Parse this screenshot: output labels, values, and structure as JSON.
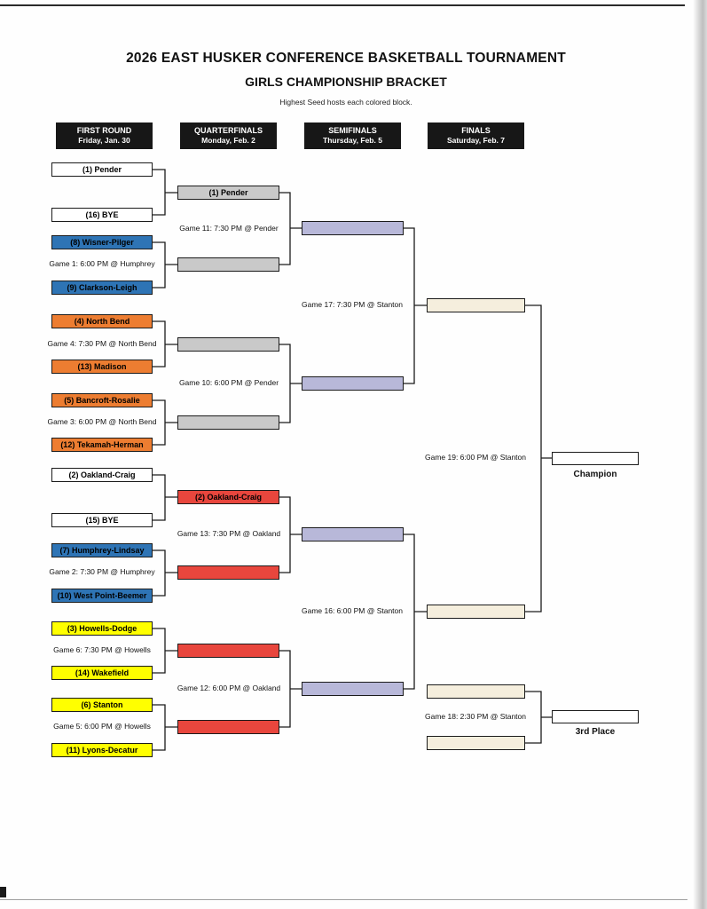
{
  "title": "2026 EAST HUSKER CONFERENCE BASKETBALL TOURNAMENT",
  "subtitle": "GIRLS CHAMPIONSHIP BRACKET",
  "note": "Highest Seed hosts each colored block.",
  "colors": {
    "blue": "#2e74b5",
    "orange": "#ed7d31",
    "yellow": "#ffff00",
    "gray": "#c9c9c9",
    "red": "#e8463d",
    "lavender": "#b8b8d9",
    "cream": "#f5eedd",
    "header_bg": "#171717"
  },
  "rounds": [
    {
      "name": "FIRST ROUND",
      "date": "Friday, Jan. 30"
    },
    {
      "name": "QUARTERFINALS",
      "date": "Monday, Feb. 2"
    },
    {
      "name": "SEMIFINALS",
      "date": "Thursday, Feb. 5"
    },
    {
      "name": "FINALS",
      "date": "Saturday, Feb. 7"
    }
  ],
  "first_round": {
    "teams": [
      {
        "label": "(1) Pender",
        "color": "white"
      },
      {
        "label": "(16) BYE",
        "color": "white"
      },
      {
        "label": "(8) Wisner-Pilger",
        "color": "blue"
      },
      {
        "label": "(9) Clarkson-Leigh",
        "color": "blue"
      },
      {
        "label": "(4) North Bend",
        "color": "orange"
      },
      {
        "label": "(13) Madison",
        "color": "orange"
      },
      {
        "label": "(5) Bancroft-Rosalie",
        "color": "orange"
      },
      {
        "label": "(12) Tekamah-Herman",
        "color": "orange"
      },
      {
        "label": "(2) Oakland-Craig",
        "color": "white"
      },
      {
        "label": "(15) BYE",
        "color": "white"
      },
      {
        "label": "(7) Humphrey-Lindsay",
        "color": "blue"
      },
      {
        "label": "(10) West Point-Beemer",
        "color": "blue"
      },
      {
        "label": "(3) Howells-Dodge",
        "color": "yellow"
      },
      {
        "label": "(14) Wakefield",
        "color": "yellow"
      },
      {
        "label": "(6) Stanton",
        "color": "yellow"
      },
      {
        "label": "(11) Lyons-Decatur",
        "color": "yellow"
      }
    ],
    "games": [
      "Game 1: 6:00 PM @ Humphrey",
      "Game 4: 7:30 PM @ North Bend",
      "Game 3: 6:00 PM @ North Bend",
      "Game 2: 7:30 PM @ Humphrey",
      "Game 6: 7:30 PM @ Howells",
      "Game 5: 6:00 PM @ Howells"
    ]
  },
  "quarterfinals": {
    "slots": [
      {
        "label": "(1) Pender",
        "color": "gray"
      },
      {
        "label": "",
        "color": "gray"
      },
      {
        "label": "",
        "color": "gray"
      },
      {
        "label": "",
        "color": "gray"
      },
      {
        "label": "(2) Oakland-Craig",
        "color": "red"
      },
      {
        "label": "",
        "color": "red"
      },
      {
        "label": "",
        "color": "red"
      },
      {
        "label": "",
        "color": "red"
      }
    ],
    "games": [
      "Game 11: 7:30 PM @ Pender",
      "Game 10: 6:00 PM @ Pender",
      "Game 13: 7:30 PM @ Oakland",
      "Game 12: 6:00 PM @ Oakland"
    ]
  },
  "semifinals": {
    "slots": [
      {
        "label": "",
        "color": "lavender"
      },
      {
        "label": "",
        "color": "lavender"
      },
      {
        "label": "",
        "color": "lavender"
      },
      {
        "label": "",
        "color": "lavender"
      }
    ],
    "games": [
      "Game 17: 7:30 PM @ Stanton",
      "Game 16: 6:00 PM @ Stanton"
    ]
  },
  "finals": {
    "slots": [
      {
        "label": "",
        "color": "cream"
      },
      {
        "label": "",
        "color": "cream"
      }
    ],
    "game": "Game 19: 6:00 PM @ Stanton",
    "champion_label": "Champion"
  },
  "third_place": {
    "slots": [
      {
        "label": "",
        "color": "cream"
      },
      {
        "label": "",
        "color": "cream"
      }
    ],
    "game": "Game 18: 2:30 PM @ Stanton",
    "label": "3rd Place"
  }
}
